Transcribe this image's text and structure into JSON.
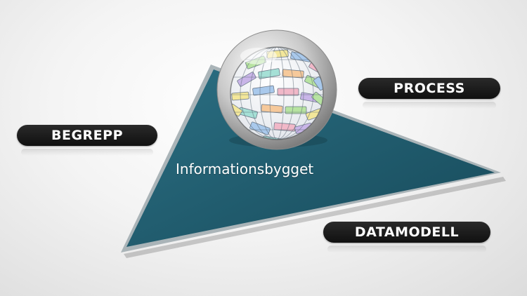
{
  "diagram": {
    "center_label": "Informationsbygget",
    "labels": {
      "process": "PROCESS",
      "begrepp": "BEGREPP",
      "datamodell": "DATAMODELL"
    }
  },
  "colors": {
    "triangle": "#1d5b6e",
    "triangle_edge": "#9aa7ab",
    "pill": "#1a1a1a"
  },
  "icons": {
    "center": "sphere-of-colored-tiles-icon"
  }
}
